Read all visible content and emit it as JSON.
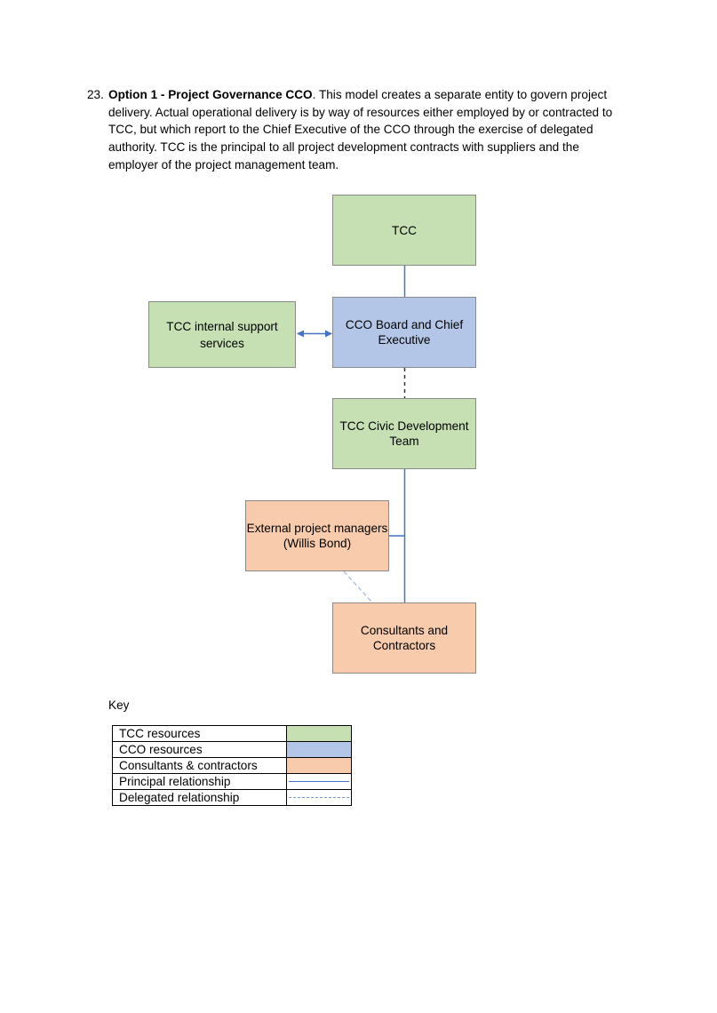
{
  "paragraph": {
    "number": "23.",
    "bold_lead": "Option 1 - Project Governance CCO",
    "text_lines": [
      ". This model creates a separate entity to govern project",
      "delivery. Actual operational delivery is by way of resources either employed by or contracted to",
      "TCC, but which report to the Chief Executive of the CCO through the exercise of delegated",
      "authority. TCC is the principal to all project development contracts with suppliers and the",
      "employer of the project management team."
    ]
  },
  "diagram": {
    "nodes": {
      "tcc": "TCC",
      "cco_board": "CCO Board and Chief Executive",
      "internal_support": "TCC internal support services",
      "civic_team": "TCC Civic Development Team",
      "external_pm": "External project managers (Willis Bond)",
      "consultants": "Consultants and Contractors"
    },
    "colors": {
      "tcc_resources": "#c6e0b4",
      "cco_resources": "#b4c6e7",
      "consultants_contractors": "#f8cbad",
      "principal_line": "#4472c4",
      "delegated_line": "#6f9ad3"
    }
  },
  "key": {
    "title": "Key",
    "rows": [
      {
        "label": "TCC resources",
        "swatch": "green"
      },
      {
        "label": "CCO resources",
        "swatch": "blue"
      },
      {
        "label": "Consultants & contractors",
        "swatch": "peach"
      },
      {
        "label": "Principal relationship",
        "swatch": "solid-line"
      },
      {
        "label": "Delegated relationship",
        "swatch": "dashed-line"
      }
    ]
  }
}
